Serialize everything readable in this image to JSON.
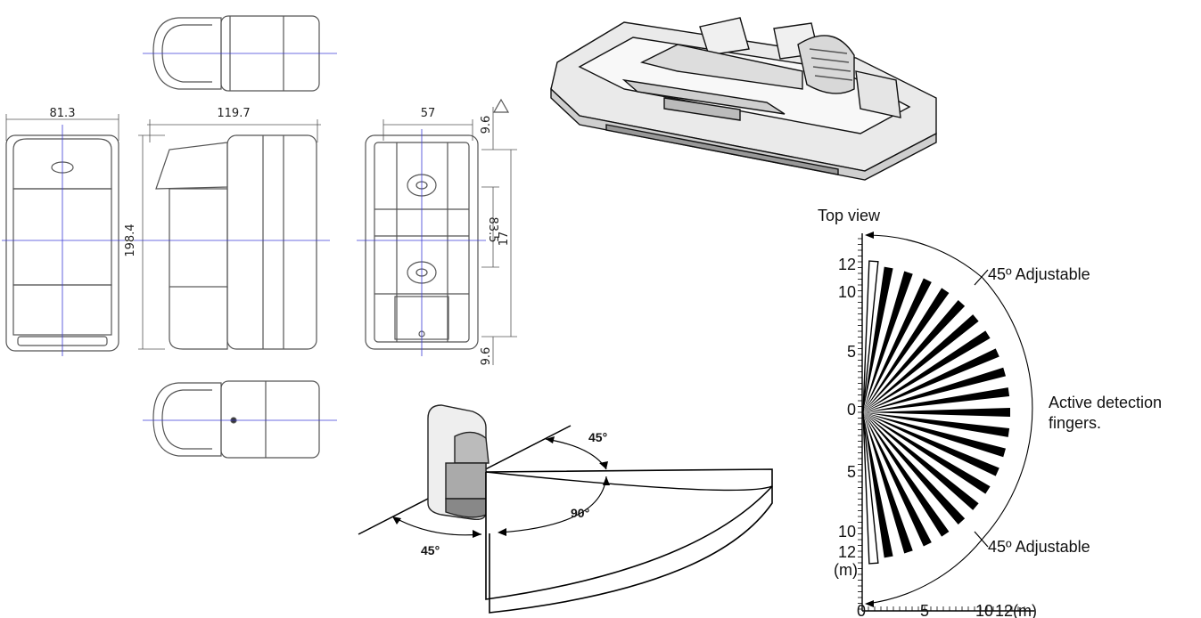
{
  "dimensions": {
    "width": "81.3",
    "depth": "119.7",
    "back_width": "57",
    "height": "198.4",
    "hole_spacing": "83.5",
    "back_height": "17",
    "top_offset": "9.6",
    "bottom_offset": "9.6"
  },
  "install_diagram": {
    "angle_top": "45°",
    "angle_center": "90°",
    "angle_left": "45°"
  },
  "top_view": {
    "title": "Top view",
    "y_ticks": [
      "12",
      "10",
      "5",
      "0",
      "5",
      "10",
      "12"
    ],
    "y_unit": "(m)",
    "x_ticks": [
      "0",
      "5",
      "10",
      "12(m)"
    ],
    "upper_label": "45º Adjustable",
    "lower_label": "45º Adjustable",
    "detection_label_line1": "Active detection",
    "detection_label_line2": "fingers."
  },
  "colors": {
    "line": "#4a4a4a",
    "centerline": "#3b3bd6",
    "finger": "#000000"
  }
}
